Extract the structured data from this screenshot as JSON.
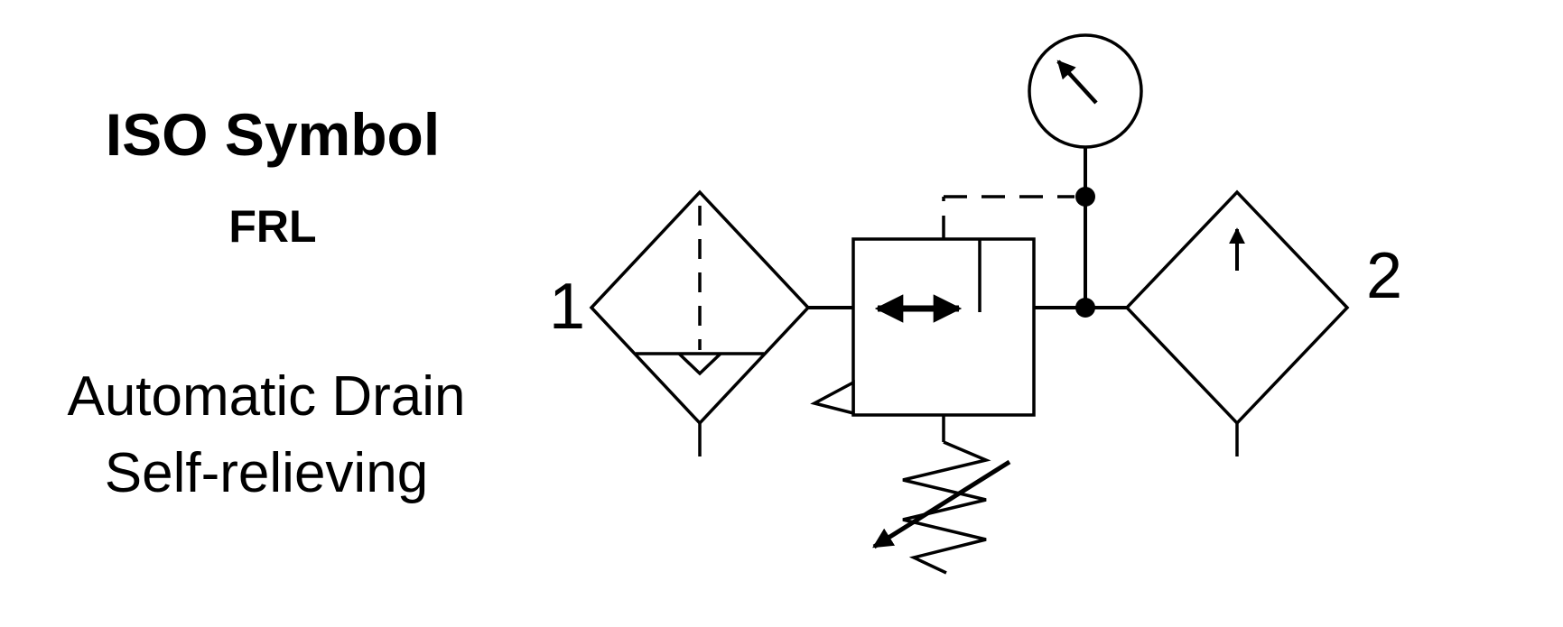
{
  "labels": {
    "title": "ISO Symbol",
    "subtitle": "FRL",
    "caption_line1": "Automatic Drain",
    "caption_line2": "Self-relieving",
    "port_in": "1",
    "port_out": "2"
  },
  "diagram": {
    "type": "pneumatic-circuit-iso-symbol",
    "components": [
      "filter-with-automatic-drain",
      "pressure-regulator-self-relieving",
      "pressure-gauge",
      "lubricator"
    ],
    "colors": {
      "line": "#000000",
      "background": "#ffffff"
    }
  }
}
